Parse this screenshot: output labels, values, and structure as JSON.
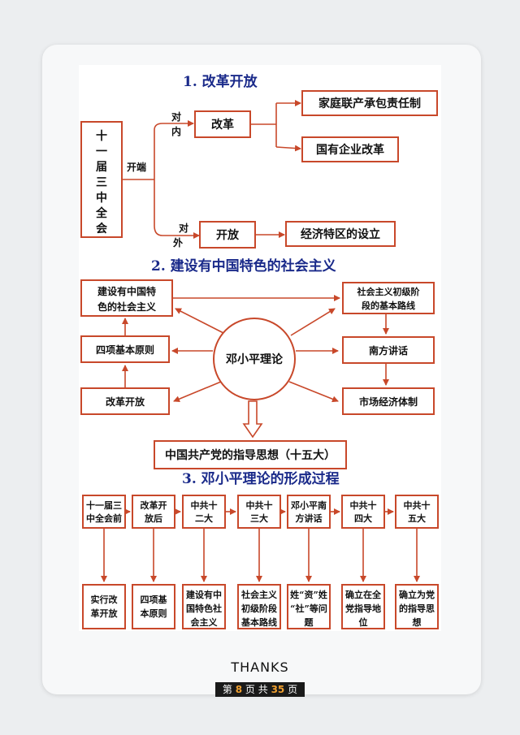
{
  "section1": {
    "title": "1. 改革开放",
    "root": [
      "十",
      "一",
      "届",
      "三",
      "中",
      "全",
      "会"
    ],
    "kaiduan": "开端",
    "duinei": [
      "对",
      "内"
    ],
    "duiwai": [
      "对",
      "外"
    ],
    "gaige": "改革",
    "kaifang": "开放",
    "jiating": "家庭联产承包责任制",
    "guoyou": "国有企业改革",
    "jingji": "经济特区的设立"
  },
  "section2": {
    "title": "2. 建设有中国特色的社会主义",
    "center": "邓小平理论",
    "left1": [
      "建设有中国特",
      "色的社会主义"
    ],
    "left2": "四项基本原则",
    "left3": "改革开放",
    "right1": [
      "社会主义初级阶",
      "段的基本路线"
    ],
    "right2": "南方讲话",
    "right3": "市场经济体制",
    "bottom": "中国共产党的指导思想（十五大）"
  },
  "section3": {
    "title": "3. 邓小平理论的形成过程",
    "top": [
      [
        "十一届三",
        "中全会前"
      ],
      [
        "改革开",
        "放后"
      ],
      [
        "中共十",
        "二大"
      ],
      [
        "中共十",
        "三大"
      ],
      [
        "邓小平南",
        "方讲话"
      ],
      [
        "中共十",
        "四大"
      ],
      [
        "中共十",
        "五大"
      ]
    ],
    "bottom": [
      [
        "实行改",
        "革开放"
      ],
      [
        "四项基",
        "本原则"
      ],
      [
        "建设有中",
        "国特色社",
        "会主义"
      ],
      [
        "社会主义",
        "初级阶段",
        "基本路线"
      ],
      [
        "姓“资”姓",
        "“社”等问",
        "题"
      ],
      [
        "确立在全",
        "党指导地",
        "位"
      ],
      [
        "确立为党",
        "的指导思",
        "想"
      ]
    ]
  },
  "footer": {
    "thanks": "THANKS",
    "pager_pre": "第",
    "pager_cur": "8",
    "pager_mid": "页 共",
    "pager_total": "35",
    "pager_post": "页"
  }
}
